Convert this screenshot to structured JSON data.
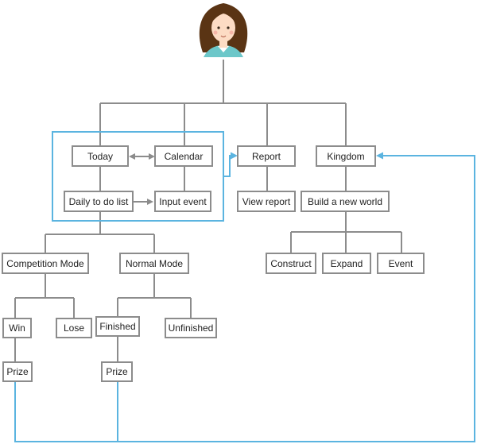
{
  "nodes": {
    "today": "Today",
    "calendar": "Calendar",
    "report": "Report",
    "kingdom": "Kingdom",
    "daily_todo": "Daily to do list",
    "input_event": "Input event",
    "view_report": "View report",
    "build_world": "Build a new world",
    "competition_mode": "Competition Mode",
    "normal_mode": "Normal Mode",
    "construct": "Construct",
    "expand": "Expand",
    "event": "Event",
    "win": "Win",
    "lose": "Lose",
    "finished": "Finished",
    "unfinished": "Unfinished",
    "prize_win": "Prize",
    "prize_finished": "Prize"
  },
  "colors": {
    "line": "#8c8c8c",
    "highlight": "#5bb4e0",
    "hair": "#5a3414",
    "skin": "#fddcc4",
    "shirt": "#6cc7c9"
  },
  "icons": {
    "user": "user-avatar-icon"
  }
}
